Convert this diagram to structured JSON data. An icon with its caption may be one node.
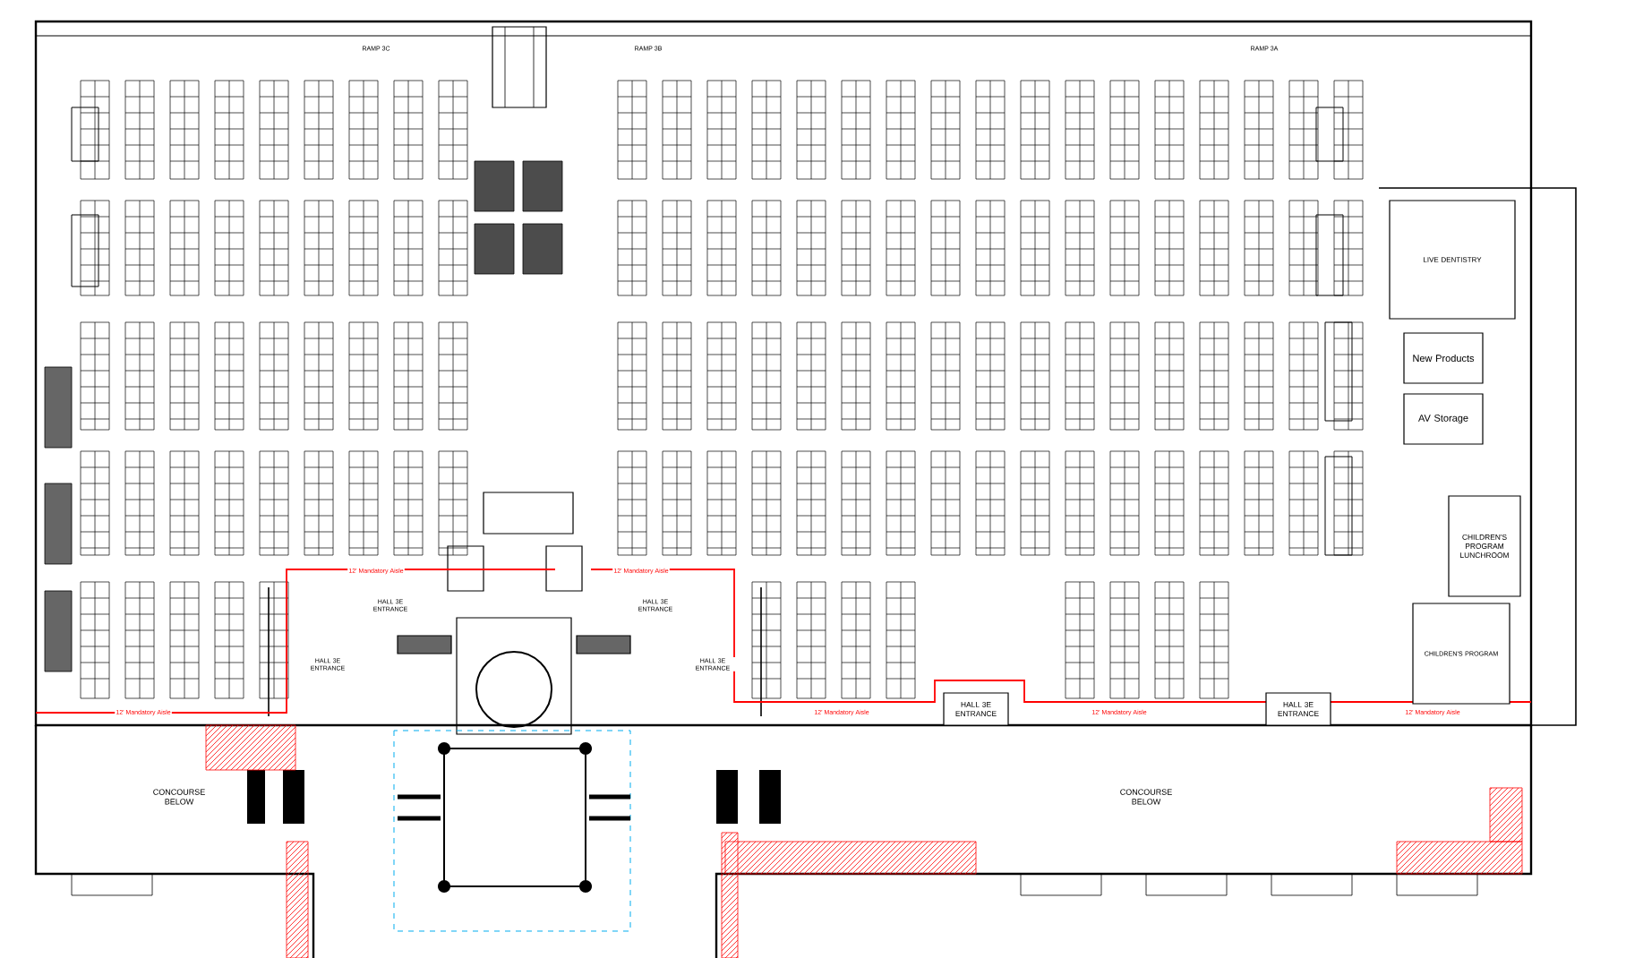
{
  "diagram": {
    "nodes": [
      {
        "text": [
          "LIVE DENTISTRY"
        ]
      },
      {
        "text": [
          "New Products"
        ]
      },
      {
        "text": [
          "AV Storage"
        ]
      },
      {
        "text": [
          "CHILDREN'S PROGRAM LUNCHROOM"
        ]
      },
      {
        "text": [
          "CHILDREN'S PROGRAM"
        ]
      },
      {
        "text": [
          "HALL 3E ENTRANCE"
        ]
      },
      {
        "text": [
          "HALL 3E ENTRANCE"
        ]
      }
    ],
    "labels": [
      "RAMP 3C",
      "RAMP 3B",
      "RAMP 3A",
      "12' Mandatory Aisle",
      "12' Mandatory Aisle",
      "HALL 3E ENTRANCE",
      "HALL 3E ENTRANCE",
      "HALL 3E ENTRANCE",
      "HALL 3E ENTRANCE",
      "12' Mandatory Aisle",
      "12' Mandatory Aisle",
      "12' Mandatory Aisle",
      "12' Mandatory Aisle",
      "CONCOURSE BELOW",
      "CONCOURSE BELOW"
    ]
  }
}
